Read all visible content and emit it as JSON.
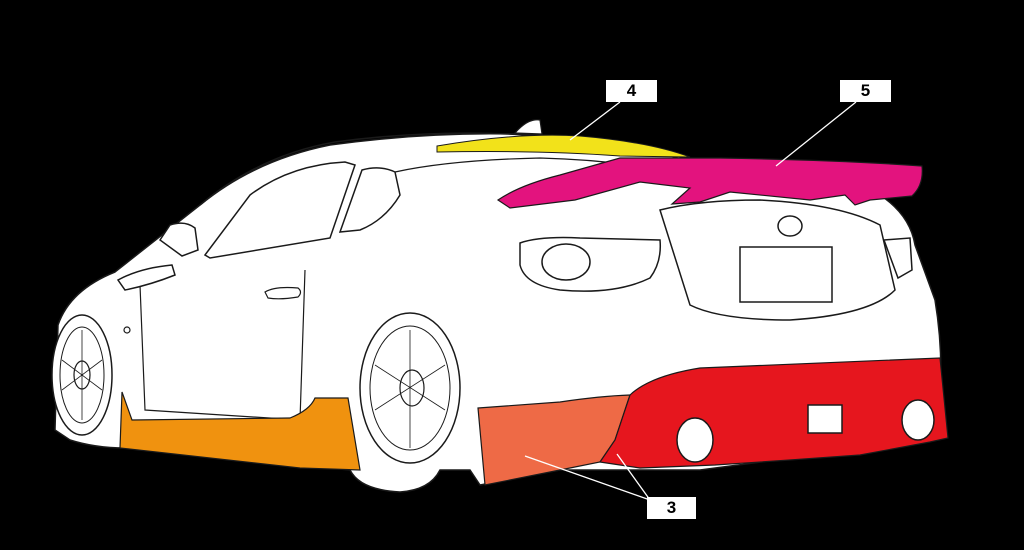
{
  "callouts": {
    "label_3": "3",
    "label_4": "4",
    "label_5": "5"
  },
  "colors": {
    "background": "#000000",
    "body": "#ffffff",
    "outline": "#1a1a1a",
    "side_skirt": "#f0920f",
    "rear_bumper_side": "#ee6a46",
    "rear_diffuser": "#e6161e",
    "roof_spoiler": "#f2e21a",
    "rear_wing": "#e3137e"
  }
}
